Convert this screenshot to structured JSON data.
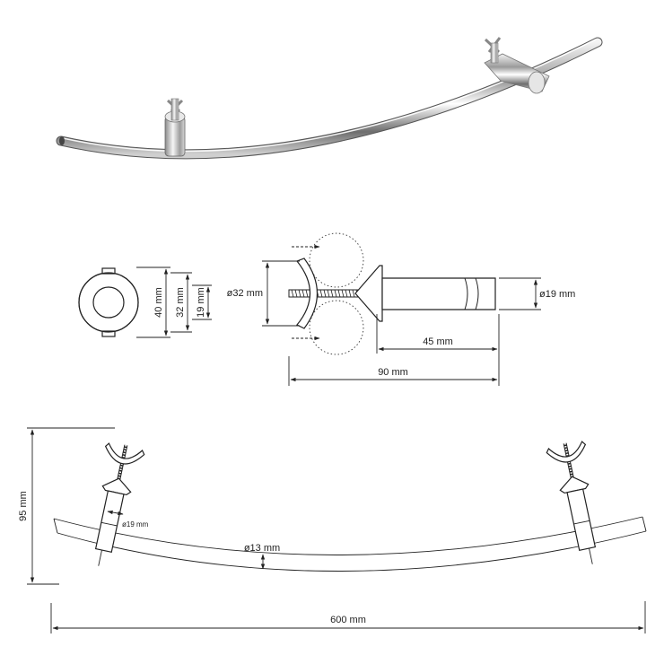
{
  "drawing": {
    "product_photo_alt": "curved chrome rail with two mounting brackets",
    "flange_view": {
      "dim_outer": "40 mm",
      "dim_middle": "32 mm",
      "dim_inner": "19 mm"
    },
    "bracket_side_view": {
      "dim_plate": "ø32 mm",
      "dim_tube": "ø19 mm",
      "dim_spigot": "45 mm",
      "dim_overall": "90 mm"
    },
    "front_view": {
      "dim_height": "95 mm",
      "dim_bracket": "ø19 mm",
      "dim_rail": "ø13 mm",
      "dim_width": "600 mm"
    }
  }
}
